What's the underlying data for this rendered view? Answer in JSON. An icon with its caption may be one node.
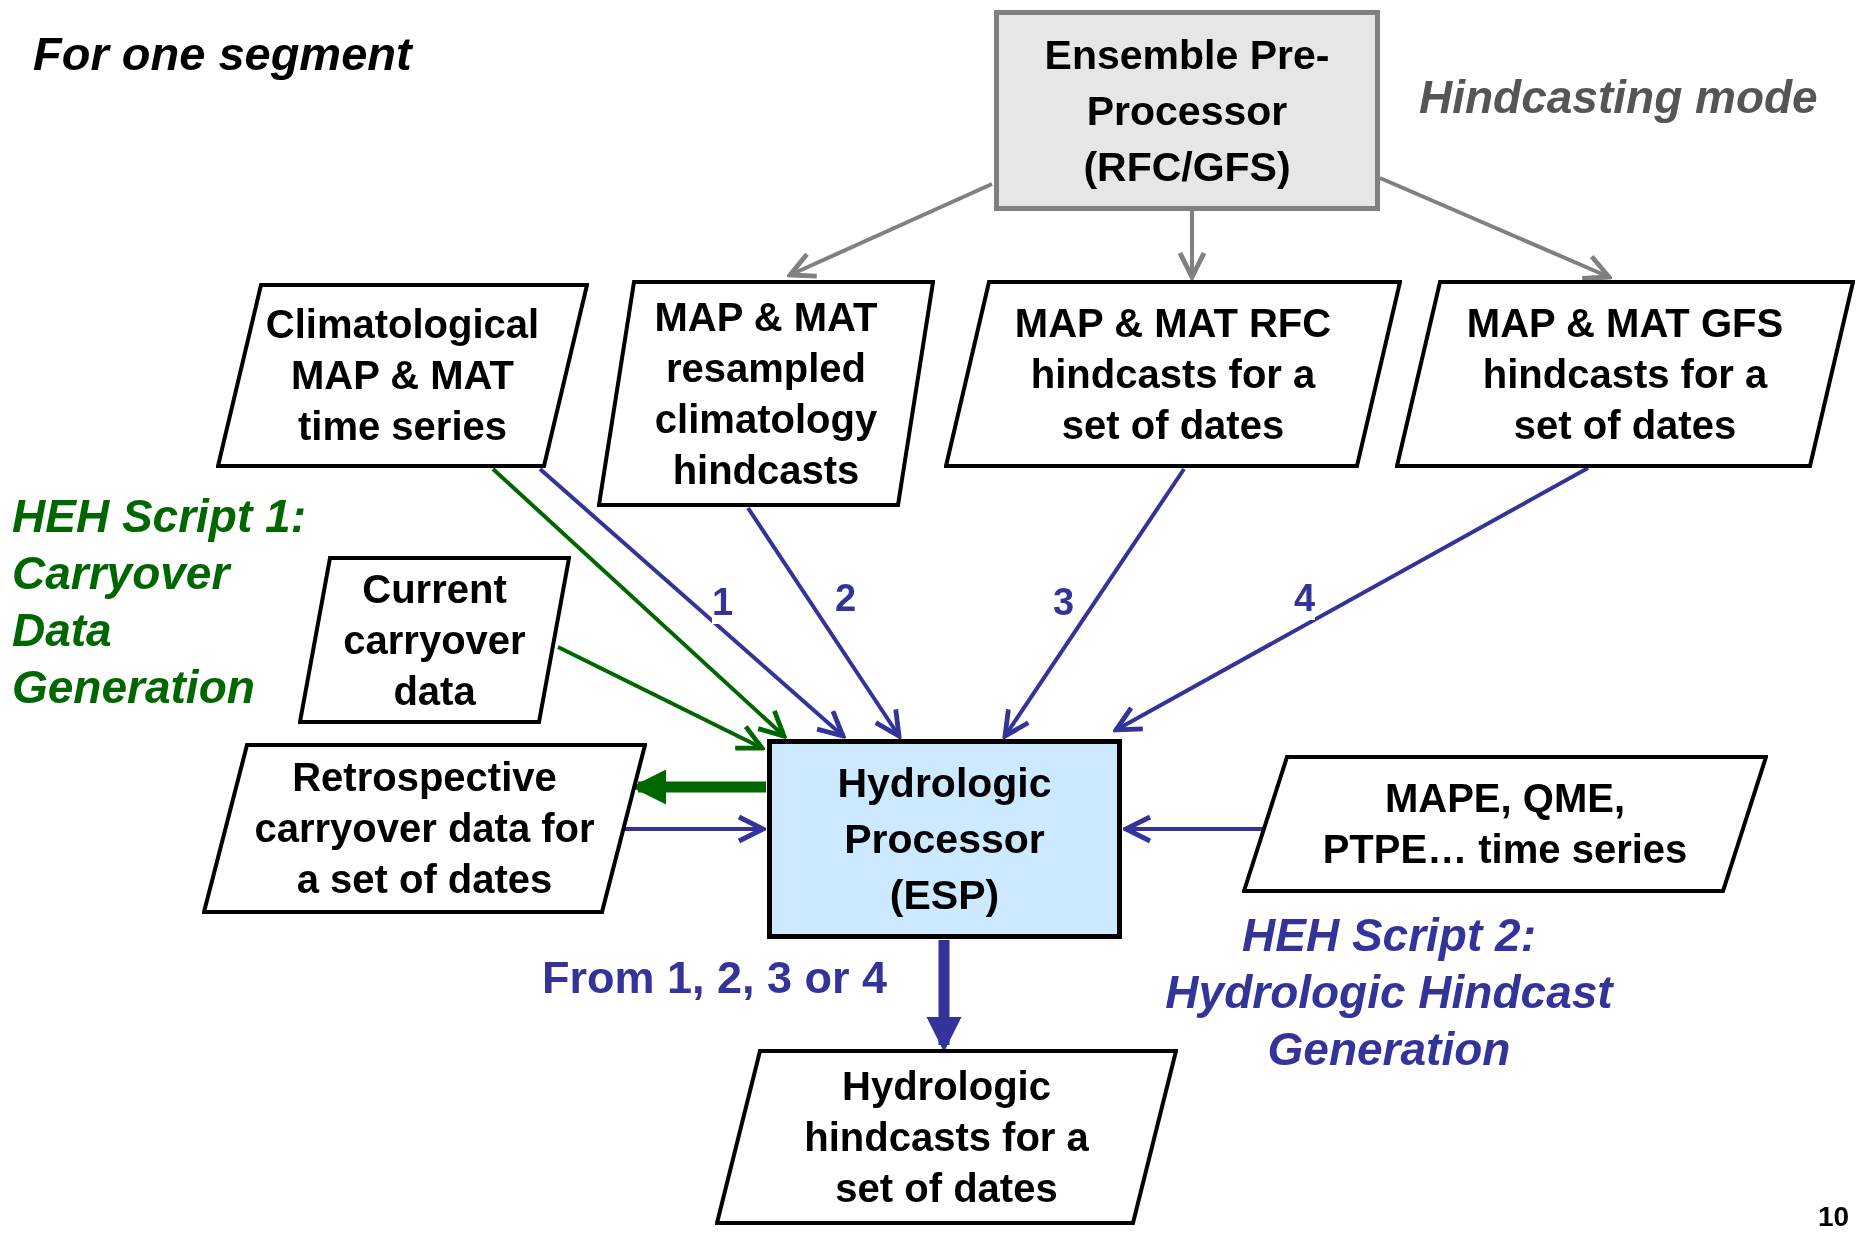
{
  "diagram": {
    "nodes": [
      {
        "text": [
          "Ensemble Pre-Processor (RFC/GFS)"
        ]
      },
      {
        "text": [
          "Climatological MAP & MAT time series"
        ]
      },
      {
        "text": [
          "MAP & MAT resampled climatology hindcasts"
        ]
      },
      {
        "text": [
          "MAP & MAT RFC hindcasts for a set of dates"
        ]
      },
      {
        "text": [
          "MAP & MAT GFS hindcasts for a set of dates"
        ]
      },
      {
        "text": [
          "Current carryover data"
        ]
      },
      {
        "text": [
          "Retrospective carryover data for a set of dates"
        ]
      },
      {
        "text": [
          "Hydrologic Processor (ESP)"
        ]
      },
      {
        "text": [
          "MAPE, QME, PTPE… time series"
        ]
      },
      {
        "text": [
          "Hydrologic hindcasts for a set of dates"
        ]
      }
    ],
    "edges": [
      {
        "from": 0,
        "to": 2,
        "arrow": "to",
        "color": "#808080"
      },
      {
        "from": 0,
        "to": 3,
        "arrow": "to",
        "color": "#808080"
      },
      {
        "from": 0,
        "to": 4,
        "arrow": "to",
        "color": "#808080"
      },
      {
        "from": 1,
        "to": 7,
        "arrow": "to",
        "color": "#006600"
      },
      {
        "from": 1,
        "to": 7,
        "arrow": "to",
        "label": "1"
      },
      {
        "from": 2,
        "to": 7,
        "arrow": "to",
        "label": "2"
      },
      {
        "from": 3,
        "to": 7,
        "arrow": "to",
        "label": "3"
      },
      {
        "from": 4,
        "to": 7,
        "arrow": "to",
        "label": "4"
      },
      {
        "from": 5,
        "to": 7,
        "arrow": "to",
        "color": "#006600"
      },
      {
        "from": 7,
        "to": 6,
        "arrow": "to",
        "style": "thick",
        "color": "#006600"
      },
      {
        "from": 6,
        "to": 7,
        "arrow": "to"
      },
      {
        "from": 8,
        "to": 7,
        "arrow": "to"
      },
      {
        "from": 7,
        "to": 9,
        "arrow": "to",
        "style": "thick"
      }
    ],
    "labels": [
      "For one segment",
      "Hindcasting mode",
      "HEH Script 1: Carryover Data Generation",
      "From 1, 2, 3 or 4",
      "HEH Script 2: Hydrologic Hindcast Generation",
      "10"
    ]
  }
}
